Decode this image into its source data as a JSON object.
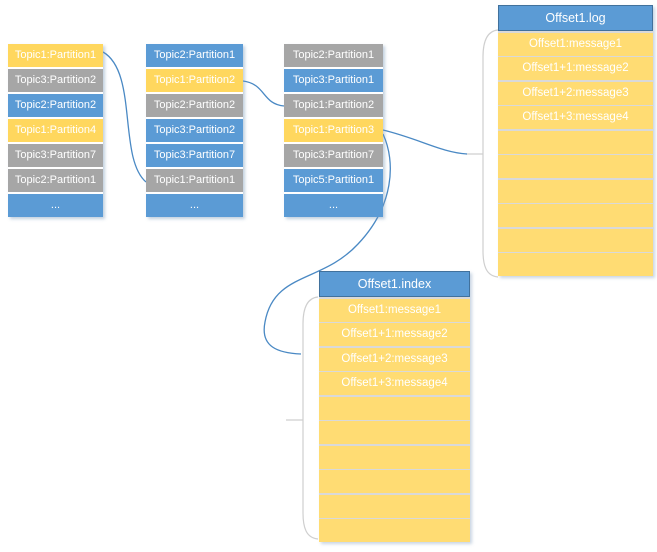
{
  "colors": {
    "blue": "#5B9BD5",
    "gray": "#A6A6A6",
    "yellow": "#FFD75E",
    "row_yellow": "#FFDC73",
    "header_blue": "#5B9BD5",
    "header_border": "#41719C",
    "row_separator": "#D9D9D9",
    "text": "#FFFFFF",
    "connector": "#4A89C4",
    "brace": "#CFCFCF"
  },
  "columns": [
    {
      "name": "broker-stack-1",
      "cells": [
        {
          "label": "Topic1:Partition1",
          "color": "yellow"
        },
        {
          "label": "Topic3:Partition2",
          "color": "gray"
        },
        {
          "label": "Topic2:Partition2",
          "color": "blue"
        },
        {
          "label": "Topic1:Partition4",
          "color": "yellow"
        },
        {
          "label": "Topic3:Partition7",
          "color": "gray"
        },
        {
          "label": "Topic2:Partition1",
          "color": "gray"
        },
        {
          "label": "...",
          "color": "blue"
        }
      ]
    },
    {
      "name": "broker-stack-2",
      "cells": [
        {
          "label": "Topic2:Partition1",
          "color": "blue"
        },
        {
          "label": "Topic1:Partition2",
          "color": "yellow"
        },
        {
          "label": "Topic2:Partition2",
          "color": "gray"
        },
        {
          "label": "Topic3:Partition2",
          "color": "blue"
        },
        {
          "label": "Topic3:Partition7",
          "color": "blue"
        },
        {
          "label": "Topic1:Partition1",
          "color": "gray"
        },
        {
          "label": "...",
          "color": "blue"
        }
      ]
    },
    {
      "name": "broker-stack-3",
      "cells": [
        {
          "label": "Topic2:Partition1",
          "color": "gray"
        },
        {
          "label": "Topic3:Partition1",
          "color": "blue"
        },
        {
          "label": "Topic1:Partition2",
          "color": "gray"
        },
        {
          "label": "Topic1:Partition3",
          "color": "yellow"
        },
        {
          "label": "Topic3:Partition7",
          "color": "gray"
        },
        {
          "label": "Topic5:Partition1",
          "color": "blue"
        },
        {
          "label": "...",
          "color": "blue"
        }
      ]
    }
  ],
  "tables": [
    {
      "title": "Offset1.log",
      "rows": [
        "Offset1:message1",
        "Offset1+1:message2",
        "Offset1+2:message3",
        "Offset1+3:message4"
      ],
      "empty_row_count": 6
    },
    {
      "title": "Offset1.index",
      "rows": [
        "Offset1:message1",
        "Offset1+1:message2",
        "Offset1+2:message3",
        "Offset1+3:message4"
      ],
      "empty_row_count": 6
    }
  ]
}
